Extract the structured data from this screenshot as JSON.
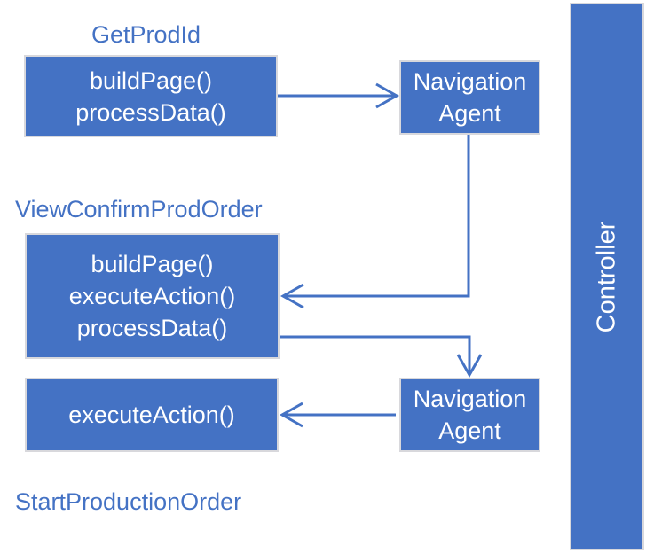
{
  "colors": {
    "accent_blue": "#4472C4",
    "box_border": "#D8D8DC",
    "box_text": "#FFFFFF"
  },
  "labels": {
    "get_prod_id": "GetProdId",
    "view_confirm_prod_order": "ViewConfirmProdOrder",
    "start_production_order": "StartProductionOrder"
  },
  "boxes": {
    "get_prod_id_page": {
      "methods": [
        "buildPage()",
        "processData()"
      ]
    },
    "view_confirm_page": {
      "methods": [
        "buildPage()",
        "executeAction()",
        "processData()"
      ]
    },
    "start_production_page": {
      "methods": [
        "executeAction()"
      ]
    },
    "navigation_agent_top": {
      "lines": [
        "Navigation",
        "Agent"
      ]
    },
    "navigation_agent_bottom": {
      "lines": [
        "Navigation",
        "Agent"
      ]
    },
    "controller": {
      "label": "Controller"
    }
  }
}
